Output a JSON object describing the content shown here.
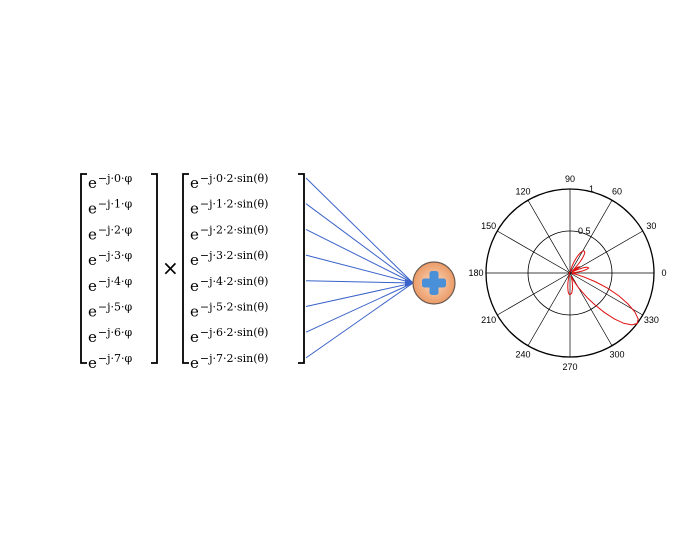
{
  "left_vector": {
    "base": "e",
    "entries": [
      "−j·0·φ",
      "−j·1·φ",
      "−j·2·φ",
      "−j·3·φ",
      "−j·4·φ",
      "−j·5·φ",
      "−j·6·φ",
      "−j·7·φ"
    ]
  },
  "operator": "×",
  "right_vector": {
    "base": "e",
    "entries": [
      "−j·0·2·sin(θ)",
      "−j·1·2·sin(θ)",
      "−j·2·2·sin(θ)",
      "−j·3·2·sin(θ)",
      "−j·4·2·sin(θ)",
      "−j·5·2·sin(θ)",
      "−j·6·2·sin(θ)",
      "−j·7·2·sin(θ)"
    ]
  },
  "summer": {
    "icon": "plus-icon",
    "fill": "#f0a070",
    "plus_color": "#4a90d9"
  },
  "polar": {
    "angle_labels": [
      "0",
      "30",
      "60",
      "90",
      "120",
      "150",
      "180",
      "210",
      "240",
      "270",
      "300",
      "330"
    ],
    "radial_labels": [
      "0.5",
      "1"
    ],
    "curve_color": "#e01010",
    "arrow_color": "#3a62c8"
  },
  "chart_data": {
    "type": "polar",
    "title": "",
    "angle_ticks_deg": [
      0,
      30,
      60,
      90,
      120,
      150,
      180,
      210,
      240,
      270,
      300,
      330
    ],
    "radial_ticks": [
      0.5,
      1
    ],
    "rlim": [
      0,
      1
    ],
    "series": [
      {
        "theta_deg": [
          0,
          3,
          6,
          9,
          12,
          15,
          18,
          20,
          22,
          24,
          26,
          28,
          30,
          32,
          34,
          36,
          38,
          40,
          42,
          44,
          46,
          48,
          50,
          52,
          54,
          56,
          58,
          60,
          62,
          64,
          66,
          68,
          70,
          72,
          74,
          76,
          78,
          80,
          82,
          84,
          86,
          88,
          90,
          180,
          240,
          250,
          255,
          258,
          261,
          264,
          267,
          270,
          275,
          280,
          285,
          290,
          295,
          300,
          305,
          308,
          311,
          314,
          317,
          320,
          323,
          326,
          329,
          332,
          335,
          338,
          341,
          344,
          347,
          350,
          353,
          356,
          359
        ],
        "r": [
          0.06,
          0.02,
          0.08,
          0.15,
          0.2,
          0.23,
          0.22,
          0.2,
          0.16,
          0.1,
          0.04,
          0.03,
          0.07,
          0.11,
          0.13,
          0.12,
          0.09,
          0.05,
          0.03,
          0.07,
          0.12,
          0.18,
          0.23,
          0.27,
          0.3,
          0.31,
          0.31,
          0.3,
          0.28,
          0.25,
          0.22,
          0.18,
          0.14,
          0.1,
          0.07,
          0.04,
          0.02,
          0.01,
          0.01,
          0.01,
          0.01,
          0.01,
          0.01,
          0.01,
          0.01,
          0.03,
          0.07,
          0.12,
          0.17,
          0.22,
          0.25,
          0.26,
          0.24,
          0.18,
          0.1,
          0.04,
          0.1,
          0.2,
          0.36,
          0.48,
          0.62,
          0.76,
          0.88,
          0.96,
          1.0,
          0.98,
          0.9,
          0.78,
          0.64,
          0.48,
          0.32,
          0.18,
          0.08,
          0.02,
          0.04,
          0.06,
          0.06
        ]
      }
    ]
  }
}
